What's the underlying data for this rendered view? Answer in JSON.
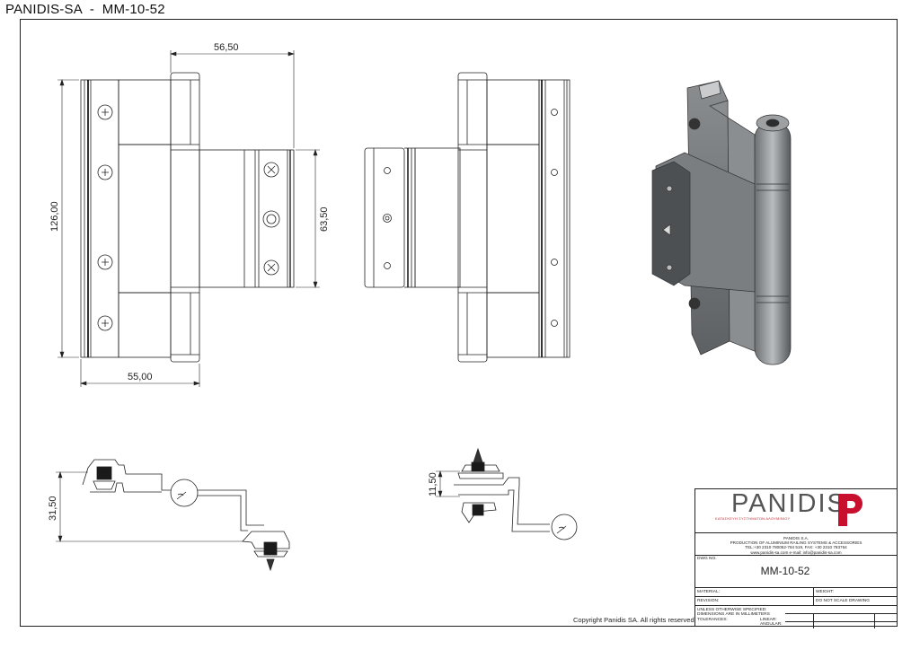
{
  "header": {
    "company": "PANIDIS-SA",
    "separator": "-",
    "drawing_code": "MM-10-52"
  },
  "dimensions": {
    "width_top": "56,50",
    "height_total": "126,00",
    "leaf_height": "63,50",
    "width_bottom": "55,00",
    "section_left": "31,50",
    "section_right": "11,50"
  },
  "title_block": {
    "logo_text": "PANIDIS",
    "logo_tagline": "ΚΑΤΑΣΚΕΥΗ ΣΥΣΤΗΜΑΤΩΝ ΑΛΟΥΜΙΝΙΟΥ",
    "company_lines": [
      "PANIDIS S.A.",
      "PRODUCTION OF ALUMINIUM RAILING SYSTEMS & ACCESSORIES",
      "TEL:+30 2310 780052-784 519, FAX: +30 2310 783764",
      "www.panidis-sa.com   e-mail: info@panidis-sa.com"
    ],
    "dwg_no_label": "DWG NO.",
    "dwg_no_value": "MM-10-52",
    "material_label": "MATERIAL:",
    "weight_label": "WEIGHT:",
    "revision_label": "REVISION:",
    "scale_note": "DO NOT SCALE DRAWING",
    "unless_label": "UNLESS OTHERWISE SPECIFIED:",
    "units_label": "DIMENSIONS ARE IN MILLIMETERS",
    "tolerances_label": "TOLERANCES:",
    "linear_label": "LINEAR:",
    "angular_label": "ANGULAR:"
  },
  "footer": {
    "copyright": "Copyright Panidis SA. All rights reserved."
  },
  "colors": {
    "line": "#222222",
    "logo_red": "#c8102e",
    "logo_grey": "#555555"
  }
}
